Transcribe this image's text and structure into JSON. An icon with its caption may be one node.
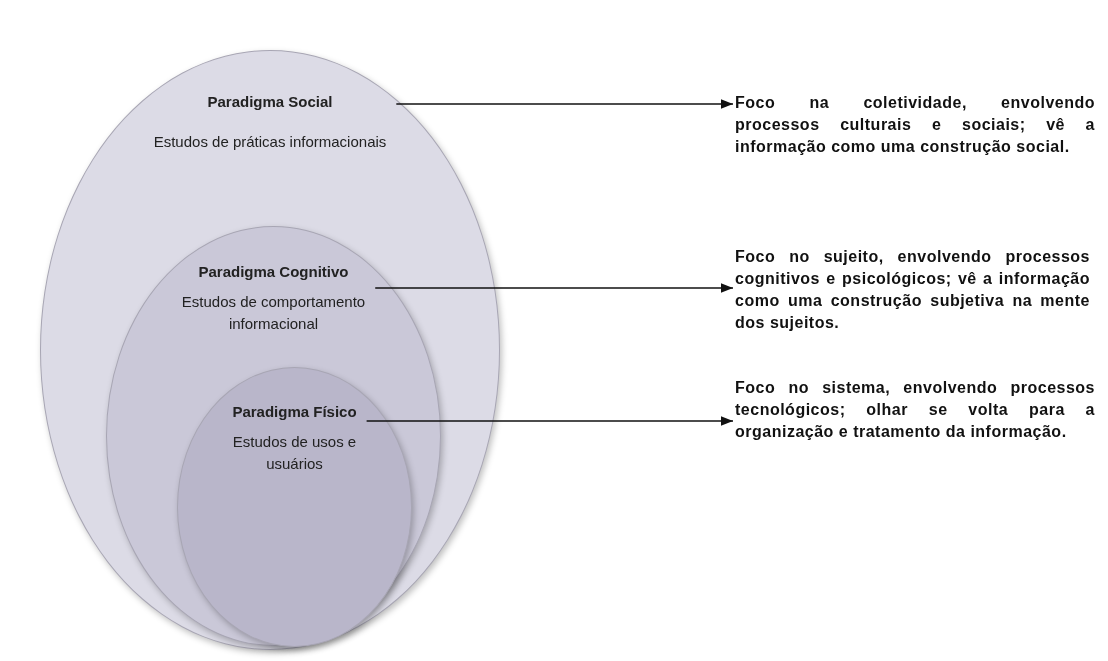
{
  "diagram": {
    "nodes": [
      {
        "text": [
          "Paradigma Social",
          "Estudos de práticas informacionais"
        ]
      },
      {
        "text": [
          "Paradigma Cognitivo",
          "Estudos de comportamento informacional"
        ],
        "in": 0
      },
      {
        "text": [
          "Paradigma Físico",
          "Estudos de usos e usuários"
        ],
        "in": 1
      },
      {
        "text": [
          "Foco na coletividade, envolvendo processos culturais e sociais; vê a informação como uma construção social."
        ]
      },
      {
        "text": [
          "Foco no sujeito, envolvendo processos cognitivos e psicológicos; vê a informação como uma construção subjetiva na mente dos sujeitos."
        ]
      },
      {
        "text": [
          "Foco no sistema, envolvendo processos tecnológicos; olhar se volta para a organização e tratamento da informação."
        ]
      }
    ],
    "edges": [
      {
        "from": 0,
        "to": 3,
        "arrow": "to"
      },
      {
        "from": 1,
        "to": 4,
        "arrow": "to"
      },
      {
        "from": 2,
        "to": 5,
        "arrow": "to"
      }
    ]
  }
}
